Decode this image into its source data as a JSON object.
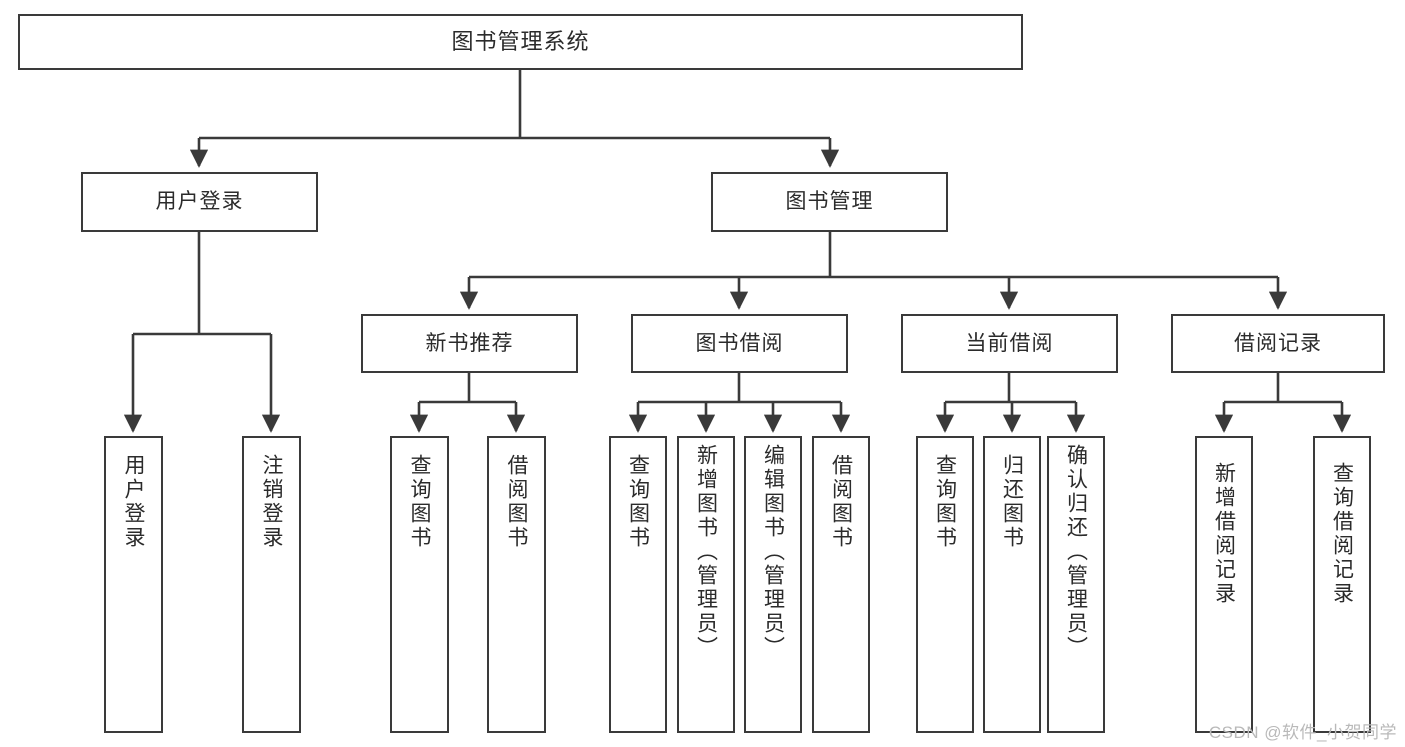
{
  "diagram": {
    "title": "图书管理系统",
    "watermark": "CSDN @软件_小贺同学",
    "colors": {
      "box_border": "#3a3a3a",
      "box_fill": "#ffffff",
      "text": "#2b2b2b",
      "edge": "#3a3a3a",
      "watermark": "#b9b9b9"
    },
    "root": {
      "label": "图书管理系统"
    },
    "level1": [
      {
        "label": "用户登录"
      },
      {
        "label": "图书管理"
      }
    ],
    "level2": [
      {
        "label": "新书推荐"
      },
      {
        "label": "图书借阅"
      },
      {
        "label": "当前借阅"
      },
      {
        "label": "借阅记录"
      }
    ],
    "leaves": {
      "user_login": [
        {
          "label": "用户登录"
        },
        {
          "label": "注销登录"
        }
      ],
      "new_book_recommend": [
        {
          "label": "查询图书"
        },
        {
          "label": "借阅图书"
        }
      ],
      "book_borrow": [
        {
          "label": "查询图书"
        },
        {
          "label": "新增图书（管理员）"
        },
        {
          "label": "编辑图书（管理员）"
        },
        {
          "label": "借阅图书"
        }
      ],
      "current_borrow": [
        {
          "label": "查询图书"
        },
        {
          "label": "归还图书"
        },
        {
          "label": "确认归还（管理员）"
        }
      ],
      "borrow_record": [
        {
          "label": "新增借阅记录"
        },
        {
          "label": "查询借阅记录"
        }
      ]
    }
  }
}
